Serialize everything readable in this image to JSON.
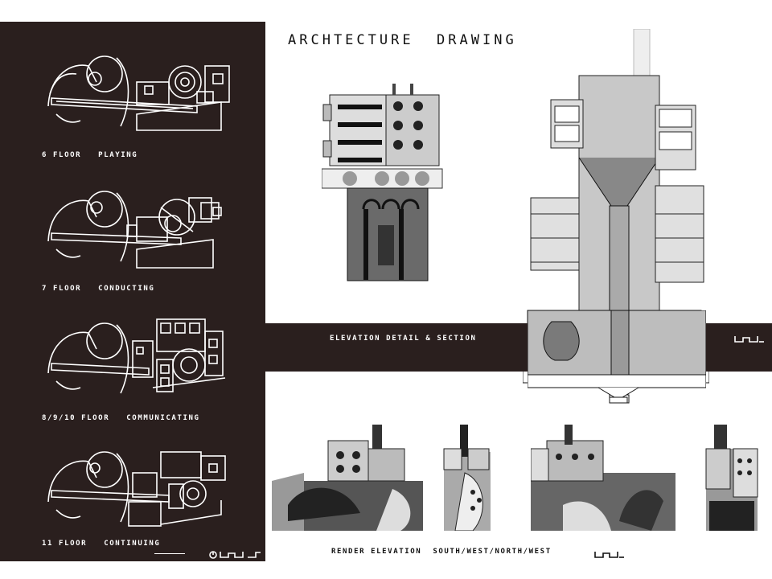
{
  "title": "ARCHTECTURE  DRAWING",
  "floors": [
    {
      "label": "6 FLOOR   PLAYING"
    },
    {
      "label": "7 FLOOR   CONDUCTING"
    },
    {
      "label": "8/9/10 FLOOR   COMMUNICATING"
    },
    {
      "label": "11 FLOOR   CONTINUING"
    }
  ],
  "band_label": "ELEVATION DETAIL & SECTION",
  "render_label": "RENDER ELEVATION  SOUTH/WEST/NORTH/WEST",
  "colors": {
    "dark": "#2a1f1e",
    "light": "#ffffff",
    "ink": "#111111"
  },
  "icons": [
    "north-arrow-icon",
    "signature-logo-icon"
  ]
}
